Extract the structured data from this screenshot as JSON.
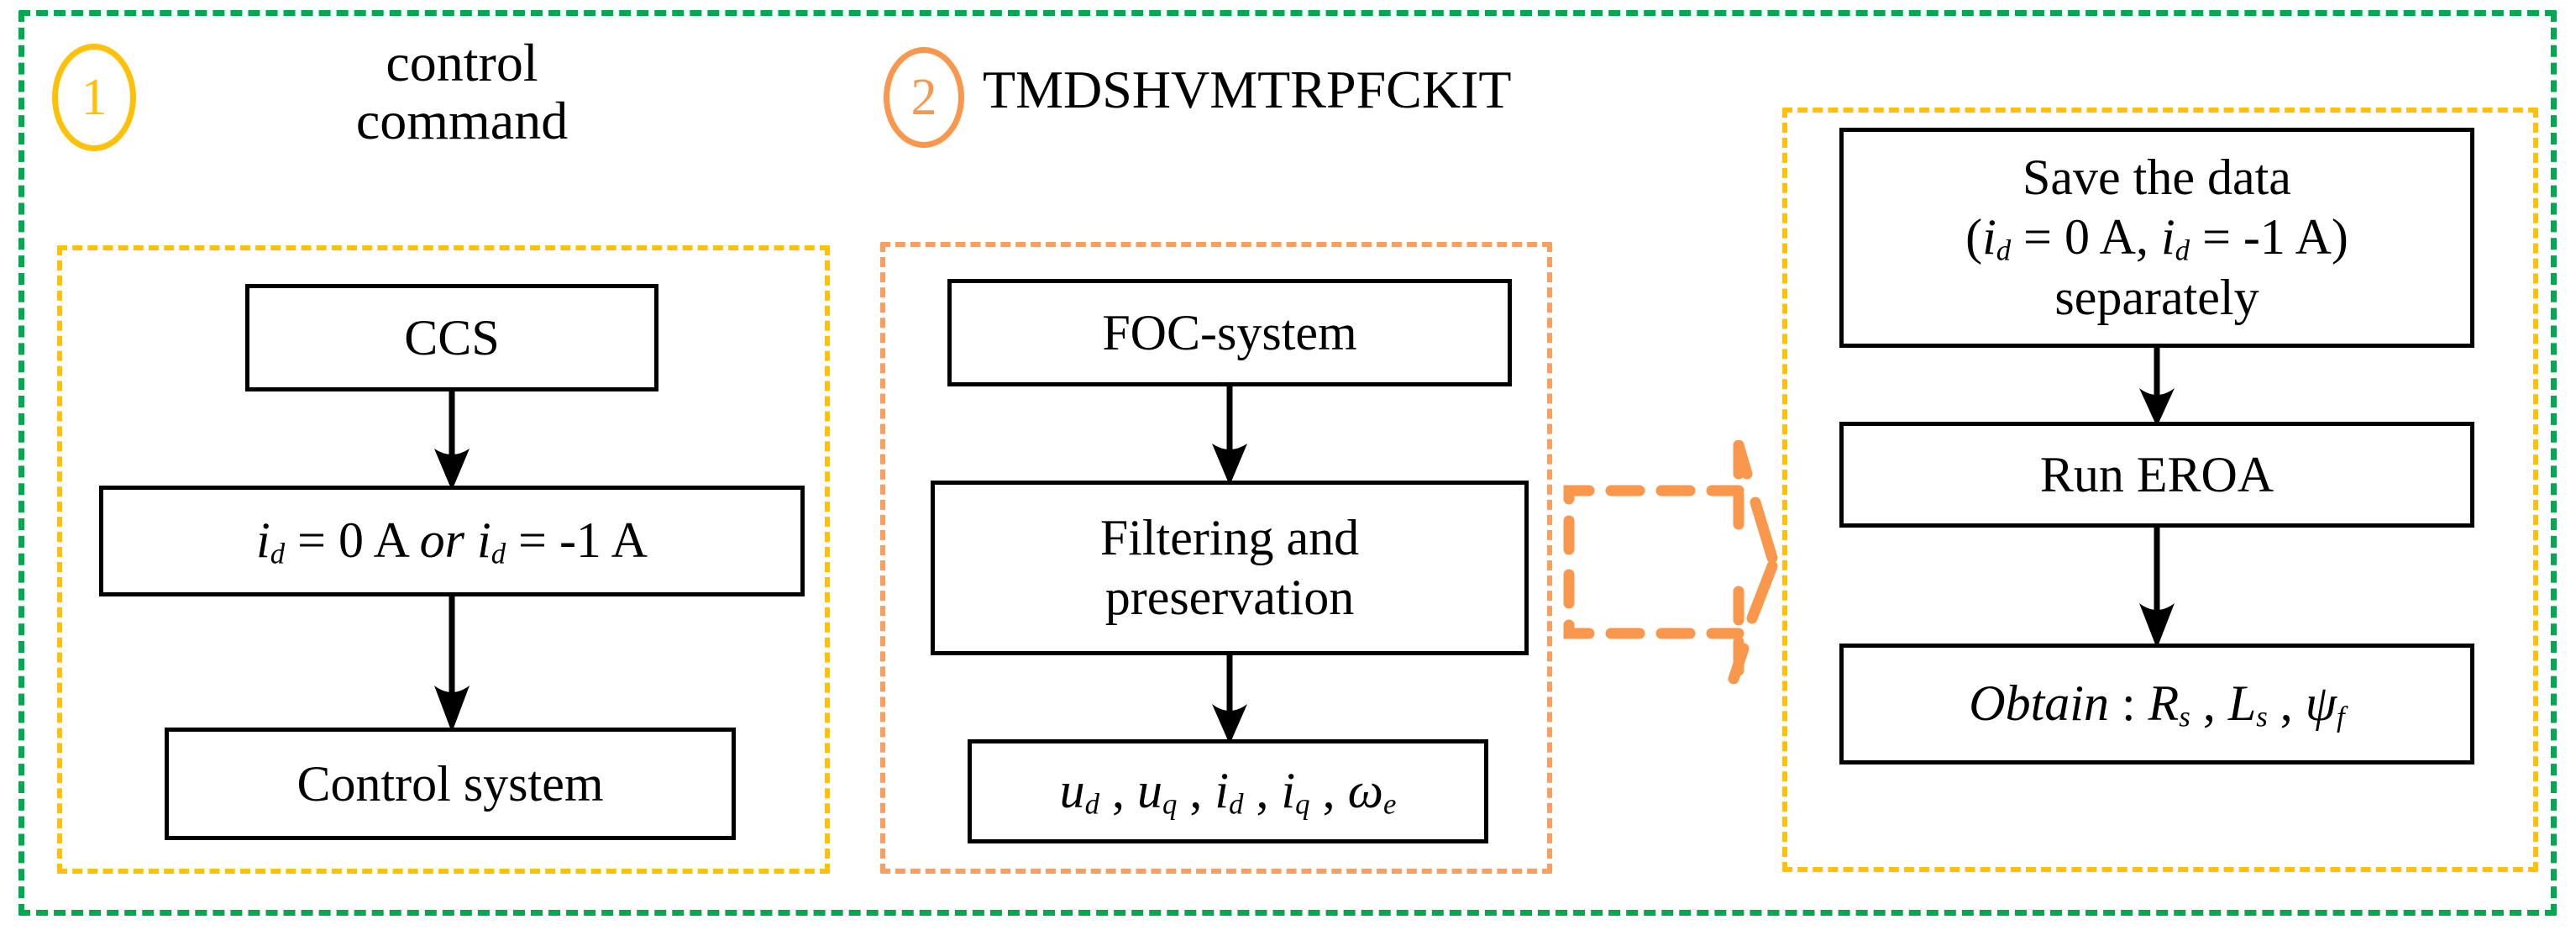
{
  "diagram": {
    "title": "PMSM parameter identification experimental flow",
    "colors": {
      "outer_frame": "#00A84F",
      "panel_1": "#FFC107",
      "panel_2": "#F9A061",
      "panel_3": "#FFC107",
      "badge_1": "#FFC107",
      "badge_2": "#F9974C",
      "node_border": "#000000",
      "arrow": "#000000",
      "connector": "#F9974C",
      "background": "#FFFFFF"
    }
  },
  "sections": [
    {
      "badge": "1",
      "title": "control\ncommand",
      "nodes": [
        {
          "id": "ccs",
          "label": "CCS"
        },
        {
          "id": "id-command",
          "label": "id = 0 A or id = -1 A"
        },
        {
          "id": "control-system",
          "label": "Control system"
        }
      ]
    },
    {
      "badge": "2",
      "title": "TMDSHVMTRPFCKIT",
      "nodes": [
        {
          "id": "foc-system",
          "label": "FOC-system"
        },
        {
          "id": "filtering-preservation",
          "label": "Filtering and\npreservation"
        },
        {
          "id": "signals",
          "label": "ud , uq , id , iq , ωe"
        }
      ]
    },
    {
      "badge": "",
      "title": "",
      "nodes": [
        {
          "id": "save-data",
          "label": "Save the data\n(id = 0 A, id = -1 A)\nseparately"
        },
        {
          "id": "run-eroa",
          "label": "Run EROA"
        },
        {
          "id": "obtain",
          "label": "Obtain : Rs , Ls , ψf"
        }
      ]
    }
  ],
  "nodes": {
    "ccs": "CCS",
    "control_system": "Control system",
    "foc_system": "FOC-system",
    "filtering": "Filtering and\npreservation",
    "run_eroa": "Run EROA",
    "save_line1": "Save the data",
    "save_line3": "separately"
  },
  "formulas": {
    "id_command": {
      "i1": "i",
      "sub1": "d",
      "eq1": " = 0 A ",
      "or": "or",
      "i2": " i",
      "sub2": "d",
      "eq2": " = -1 A"
    },
    "save_data": {
      "open": "(",
      "i1": "i",
      "sub1": "d",
      "eq1": " = 0 A, ",
      "i2": "i",
      "sub2": "d",
      "eq2": " = -1 A",
      "close": ")"
    },
    "signals": {
      "u1": "u",
      "s1": "d",
      "c1": " , ",
      "u2": "u",
      "s2": "q",
      "c2": " , ",
      "i1": "i",
      "s3": "d",
      "c3": " , ",
      "i2": "i",
      "s4": "q",
      "c4": " , ",
      "w": "ω",
      "s5": "e"
    },
    "obtain": {
      "word": "Obtain",
      "colon": " : ",
      "r": "R",
      "rs": "s",
      "c1": " , ",
      "l": "L",
      "ls": "s",
      "c2": " , ",
      "psi": "ψ",
      "psis": "f"
    }
  },
  "step_titles": {
    "one": "control\ncommand",
    "two": "TMDSHVMTRPFCKIT"
  },
  "badges": {
    "one": "1",
    "two": "2"
  }
}
